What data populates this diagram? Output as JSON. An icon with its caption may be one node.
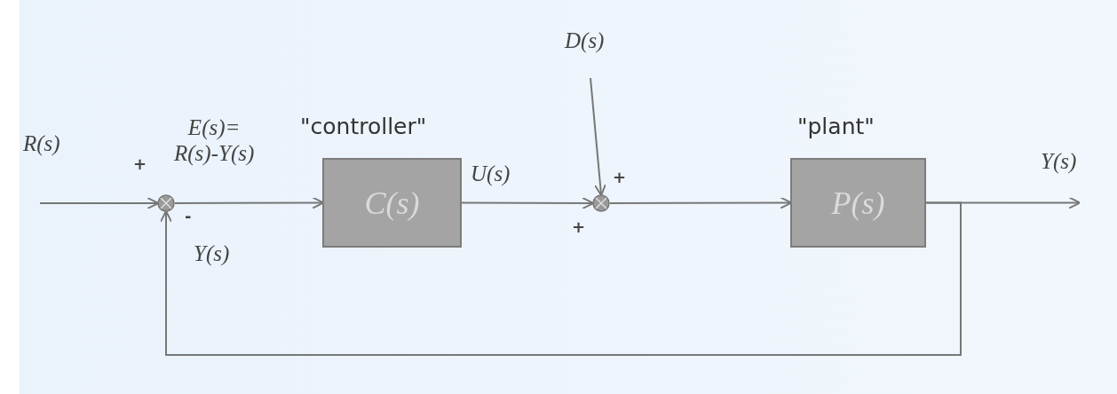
{
  "diagram": {
    "nodes": [
      {
        "text": [],
        "shape": "circle"
      },
      {
        "text": [
          "C(s)"
        ],
        "beside": [
          "\"controller\""
        ]
      },
      {
        "text": [
          "D(s)"
        ]
      },
      {
        "text": [],
        "shape": "circle"
      },
      {
        "text": [
          "P(s)"
        ],
        "beside": [
          "\"plant\""
        ]
      }
    ],
    "edges": [
      {
        "from": null,
        "to": 0,
        "arrow": "to"
      },
      {
        "from": 0,
        "to": 1,
        "arrow": "to"
      },
      {
        "from": 1,
        "to": 3,
        "arrow": "to"
      },
      {
        "from": 2,
        "to": 3,
        "arrow": "to"
      },
      {
        "from": 3,
        "to": 4,
        "arrow": "to"
      },
      {
        "from": 4,
        "to": null,
        "arrow": "to"
      },
      {
        "from": 4,
        "to": 0,
        "arrow": "to"
      }
    ],
    "labels": [
      "R(s)",
      "+",
      "E(s)= R(s)-Y(s)",
      "-",
      "Y(s)",
      "U(s)",
      "+",
      "+",
      "Y(s)"
    ]
  }
}
